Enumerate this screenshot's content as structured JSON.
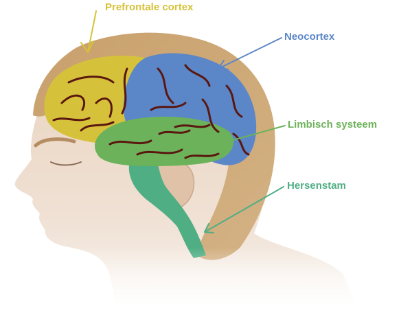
{
  "diagram": {
    "labels": {
      "prefrontal": "Prefrontale cortex",
      "neocortex": "Neocortex",
      "limbic": "Limbisch systeem",
      "brainstem": "Hersenstam"
    },
    "colors": {
      "prefrontal": "#d6c23a",
      "neocortex": "#5b86c8",
      "limbic": "#6cb25a",
      "brainstem": "#4fae84",
      "hair": "#c9a06e",
      "skin": "#ead6c4",
      "fold": "#5a1710",
      "background": "#ffffff"
    }
  }
}
